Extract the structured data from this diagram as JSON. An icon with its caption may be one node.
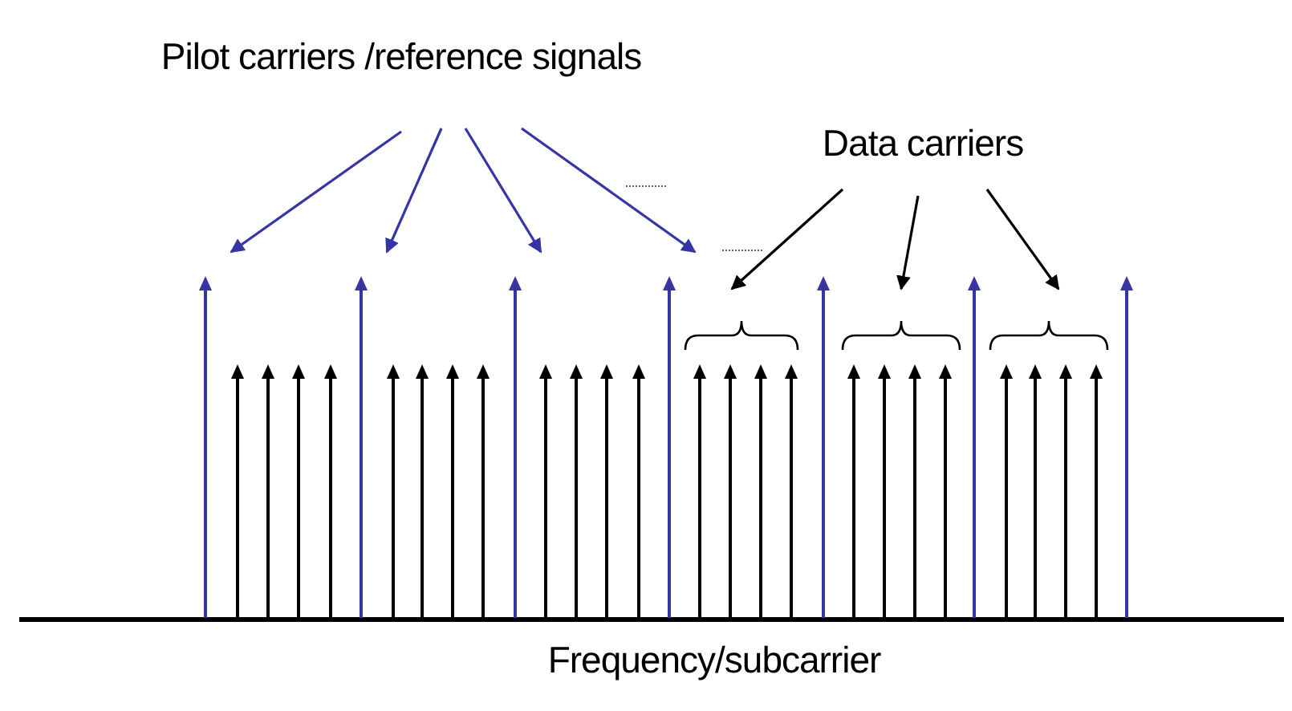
{
  "diagram": {
    "nodes": [
      {
        "text": [
          "Pilot carriers /reference signals"
        ]
      },
      {
        "text": [
          "Data carriers"
        ]
      },
      {
        "text": [],
        "shape": "arrow"
      },
      {
        "text": [],
        "shape": "arrow"
      },
      {
        "text": [],
        "shape": "arrow"
      },
      {
        "text": [],
        "shape": "arrow"
      },
      {
        "text": [],
        "shape": "brace"
      },
      {
        "text": [],
        "shape": "brace"
      },
      {
        "text": [],
        "shape": "brace"
      }
    ],
    "edges": [
      {
        "from": 0,
        "to": 2,
        "arrow": "to"
      },
      {
        "from": 0,
        "to": 3,
        "arrow": "to"
      },
      {
        "from": 0,
        "to": 4,
        "arrow": "to"
      },
      {
        "from": 0,
        "to": 5,
        "arrow": "to"
      },
      {
        "from": 1,
        "to": 6,
        "arrow": "to",
        "color": "#000000"
      },
      {
        "from": 1,
        "to": 7,
        "arrow": "to",
        "color": "#000000"
      },
      {
        "from": 1,
        "to": 8,
        "arrow": "to",
        "color": "#000000"
      }
    ],
    "labels": [
      "Frequency/subcarrier"
    ]
  }
}
